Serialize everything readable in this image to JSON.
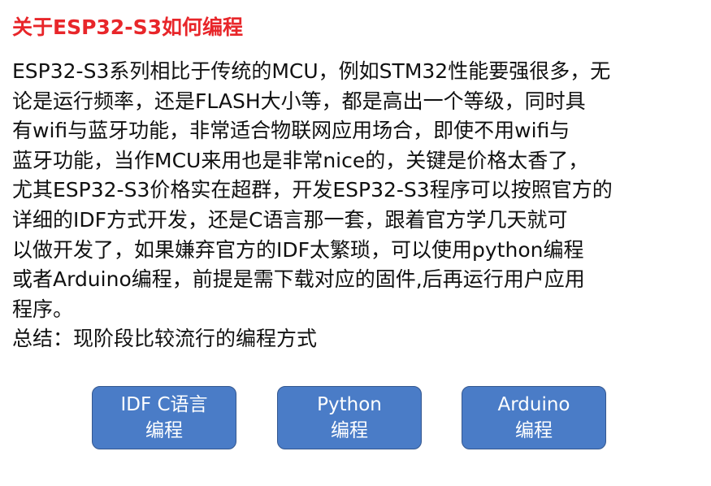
{
  "slide": {
    "title": "关于ESP32-S3如何编程",
    "paragraph_lines": [
      "ESP32-S3系列相比于传统的MCU，例如STM32性能要强很多，无",
      "论是运行频率，还是FLASH大小等，都是高出一个等级，同时具",
      "有wifi与蓝牙功能，非常适合物联网应用场合，即使不用wifi与",
      "蓝牙功能，当作MCU来用也是非常nice的，关键是价格太香了，",
      "尤其ESP32-S3价格实在超群，开发ESP32-S3程序可以按照官方的",
      "详细的IDF方式开发，还是C语言那一套，跟着官方学几天就可",
      "以做开发了，如果嫌弃官方的IDF太繁琐，可以使用python编程",
      "或者Arduino编程，前提是需下载对应的固件,后再运行用户应用",
      "程序。"
    ],
    "summary": "总结：现阶段比较流行的编程方式",
    "buttons": [
      {
        "line1": "IDF C语言",
        "line2": "编程"
      },
      {
        "line1": "Python",
        "line2": "编程"
      },
      {
        "line1": "Arduino",
        "line2": "编程"
      }
    ]
  },
  "colors": {
    "title": "#e8262a",
    "button_fill": "#4a7cc7",
    "button_border": "#34578f",
    "button_text": "#ffffff",
    "body_text": "#111111"
  }
}
